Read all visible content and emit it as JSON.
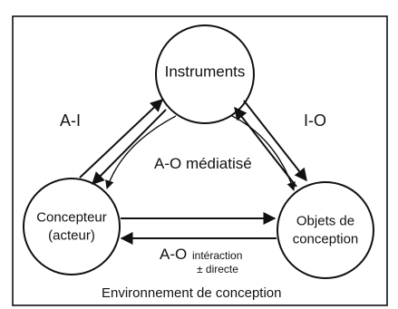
{
  "nodes": {
    "instruments": "Instruments",
    "concepteur_line1": "Concepteur",
    "concepteur_line2": "(acteur)",
    "objets_line1": "Objets de",
    "objets_line2": "conception"
  },
  "edges": {
    "a_i": "A-I",
    "i_o": "I-O",
    "a_o_mediated": "A-O médiatisé",
    "a_o_direct_main": "A-O",
    "a_o_direct_small": "intéraction",
    "a_o_direct_small2": "± directe"
  },
  "caption": "Environnement de conception"
}
